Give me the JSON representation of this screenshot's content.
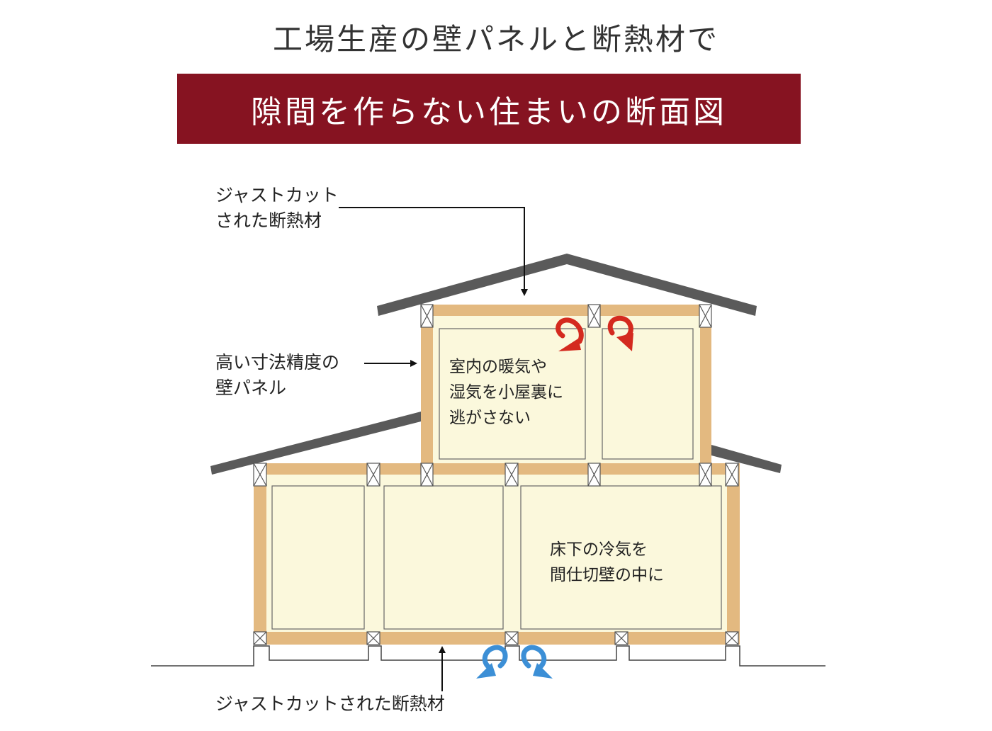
{
  "header": {
    "title": "工場生産の壁パネルと断熱材で",
    "banner": "隙間を作らない住まいの断面図"
  },
  "labels": {
    "roof_insulation_line1": "ジャストカット",
    "roof_insulation_line2": "された断熱材",
    "wall_panel_line1": "高い寸法精度の",
    "wall_panel_line2": "壁パネル",
    "upper_room_line1": "室内の暖気や",
    "upper_room_line2": "湿気を小屋裏に",
    "upper_room_line3": "逃がさない",
    "lower_room_line1": "床下の冷気を",
    "lower_room_line2": "間仕切壁の中に",
    "floor_insulation": "ジャストカットされた断熱材"
  },
  "colors": {
    "banner": "#861321",
    "roof": "#555555",
    "insulation": "#e3b980",
    "room_fill": "#fbf8dc",
    "warm_arrow": "#d42a1f",
    "cold_arrow": "#3c8fd6"
  }
}
